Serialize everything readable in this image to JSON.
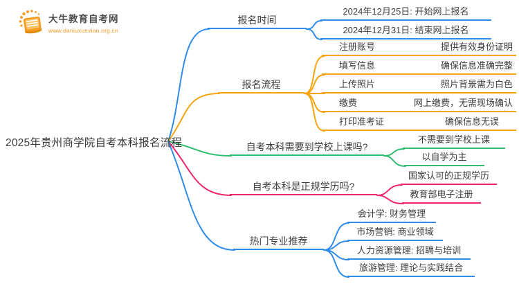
{
  "logo": {
    "site_name": "大牛教育自考网",
    "site_url": "www.daniuxuexiao.org.cn",
    "brand_color": "#f59b22"
  },
  "colors": {
    "blue": "#2f8ce8",
    "orange": "#f5a40e",
    "green": "#2ebd6f",
    "pink": "#f0256f",
    "text": "#3d3d3d"
  },
  "mindmap": {
    "root": "2025年贵州商学院自考本科报名流程",
    "branches": [
      {
        "label": "报名时间",
        "color": "#2f8ce8",
        "children": [
          {
            "text": "2024年12月25日: 开始网上报名"
          },
          {
            "text": "2024年12月31日: 结束网上报名"
          }
        ]
      },
      {
        "label": "报名流程",
        "color": "#f5a40e",
        "children": [
          {
            "text": "注册账号",
            "note": "提供有效身份证明"
          },
          {
            "text": "填写信息",
            "note": "确保信息准确完整"
          },
          {
            "text": "上传照片",
            "note": "照片背景需为白色"
          },
          {
            "text": "缴费",
            "note": "网上缴费，无需现场确认"
          },
          {
            "text": "打印准考证",
            "note": "确保信息无误"
          }
        ]
      },
      {
        "label": "自考本科需要到学校上课吗?",
        "color": "#2ebd6f",
        "children": [
          {
            "text": "不需要到学校上课"
          },
          {
            "text": "以自学为主"
          }
        ]
      },
      {
        "label": "自考本科是正规学历吗?",
        "color": "#f0256f",
        "children": [
          {
            "text": "国家认可的正规学历"
          },
          {
            "text": "教育部电子注册"
          }
        ]
      },
      {
        "label": "热门专业推荐",
        "color": "#2f8ce8",
        "children": [
          {
            "text": "会计学: 财务管理"
          },
          {
            "text": "市场营销: 商业领域"
          },
          {
            "text": "人力资源管理: 招聘与培训"
          },
          {
            "text": "旅游管理: 理论与实践结合"
          }
        ]
      }
    ]
  }
}
